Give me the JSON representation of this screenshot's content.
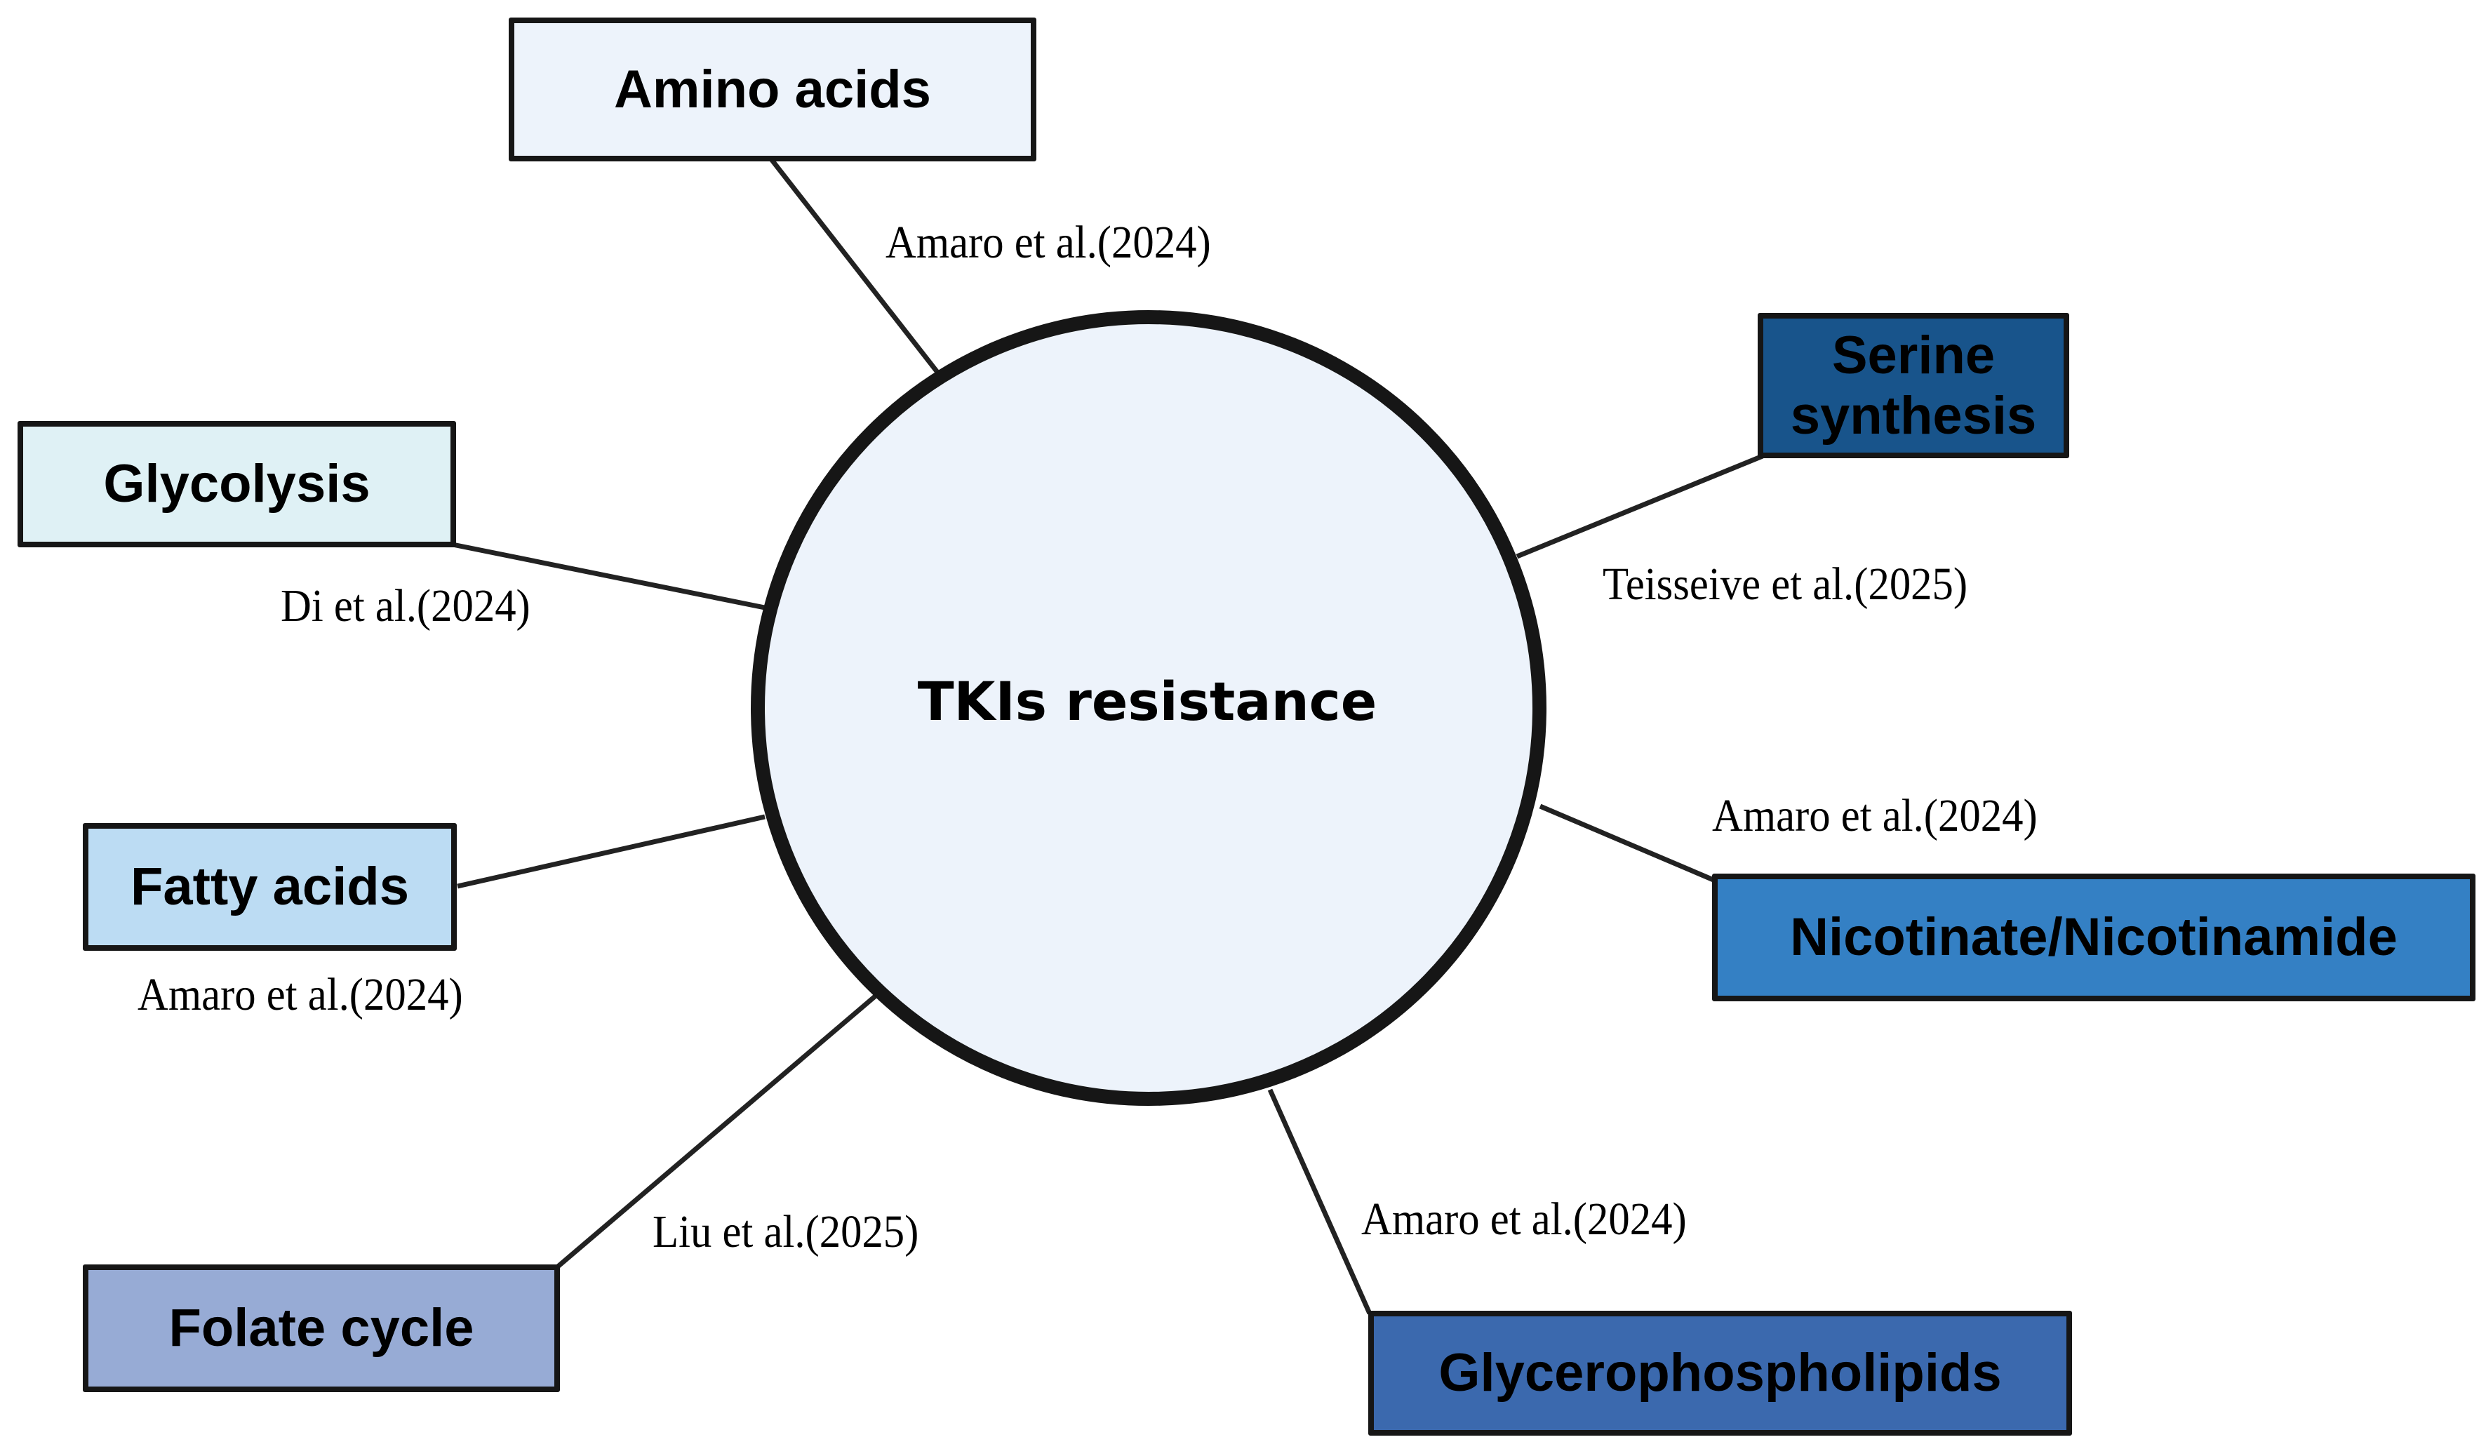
{
  "hub": {
    "label": "TKIs resistance",
    "fill": "#edf3fb",
    "stroke": "#161616"
  },
  "nodes": [
    {
      "id": "amino-acids",
      "label": "Amino acids",
      "fill": "#edf3fb",
      "citation": "Amaro et al.(2024)"
    },
    {
      "id": "serine-synthesis",
      "label": "Serine synthesis",
      "fill": "#18548b",
      "citation": "Teisseive et al.(2025)"
    },
    {
      "id": "glycolysis",
      "label": "Glycolysis",
      "fill": "#dff1f5",
      "citation": "Di et al.(2024)"
    },
    {
      "id": "nicotinate-nicotinamide",
      "label": "Nicotinate/Nicotinamide",
      "fill": "#3480c4",
      "citation": "Amaro et al.(2024)"
    },
    {
      "id": "fatty-acids",
      "label": "Fatty acids",
      "fill": "#bcdcf3",
      "citation": "Amaro et al.(2024)"
    },
    {
      "id": "glycerophospholipids",
      "label": "Glycerophospholipids",
      "fill": "#3b69ae",
      "citation": "Amaro et al.(2024)"
    },
    {
      "id": "folate-cycle",
      "label": "Folate cycle",
      "fill": "#97abd5",
      "citation": "Liu et al.(2025)"
    }
  ]
}
